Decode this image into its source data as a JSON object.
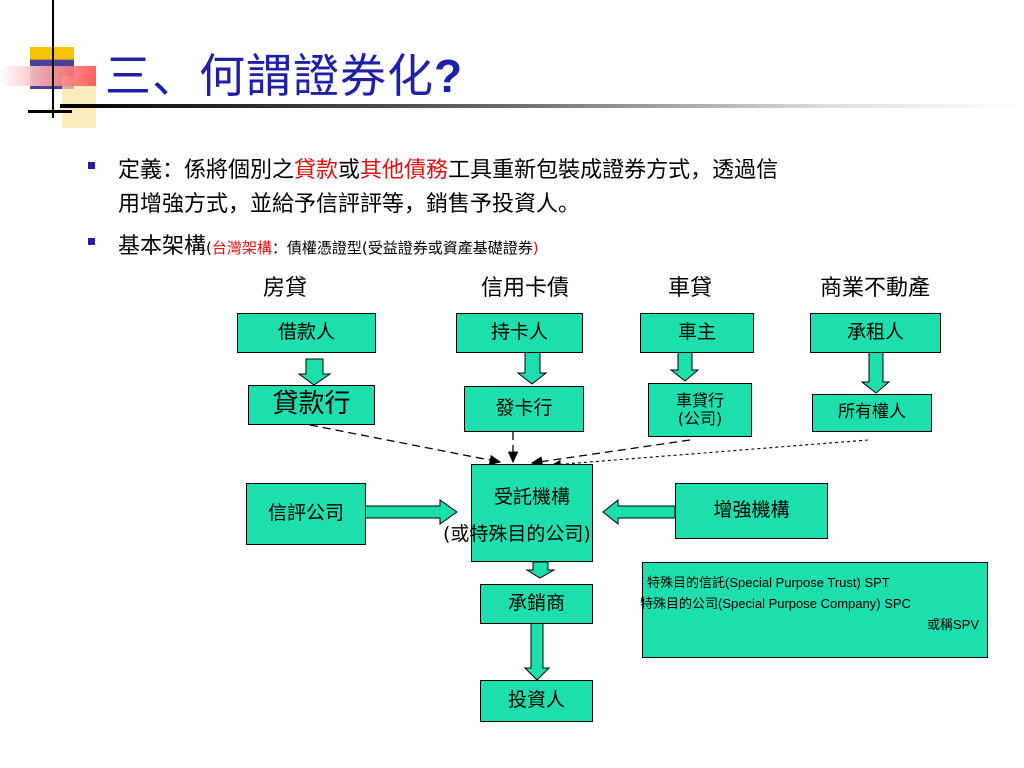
{
  "slide": {
    "title": "三、何謂證券化",
    "title_suffix": "?",
    "bullets": [
      {
        "line1_parts": [
          "定義：係將個別之",
          "貸款",
          "或",
          "其他債務",
          "工具重新包裝成證券方式，透過信"
        ],
        "line2": "用增強方式，並給予信評評等，銷售予投資人。"
      },
      {
        "main": "基本架構",
        "paren_open": "(",
        "sub_red": "台灣架構",
        "sub_rest": "：債權憑證型(受益證券或資產基礎證券",
        "paren_close": ")"
      }
    ]
  },
  "diagram": {
    "columns": [
      "房貸",
      "信用卡債",
      "車貸",
      "商業不動產"
    ],
    "originators": [
      "借款人",
      "持卡人",
      "車主",
      "承租人"
    ],
    "lenders": [
      "貸款行",
      "發卡行",
      "車貸行",
      "(公司)",
      "所有權人"
    ],
    "center_line1": "受託機構",
    "center_line2": "(或特殊目的公司)",
    "rating": "信評公司",
    "enhancer": "增強機構",
    "underwriter": "承銷商",
    "investor": "投資人",
    "note": {
      "line1": "特殊目的信託(Special Purpose Trust) SPT",
      "line2": "特殊目的公司(Special Purpose  Company) SPC",
      "line3": "或稱SPV"
    }
  },
  "colors": {
    "title": "#1f1fa8",
    "box_fill": "#1ddfae",
    "highlight_red": "#e01010",
    "deco_yellow": "#f5c400",
    "deco_blue": "#2a2ab8",
    "deco_red": "#ff8080"
  }
}
